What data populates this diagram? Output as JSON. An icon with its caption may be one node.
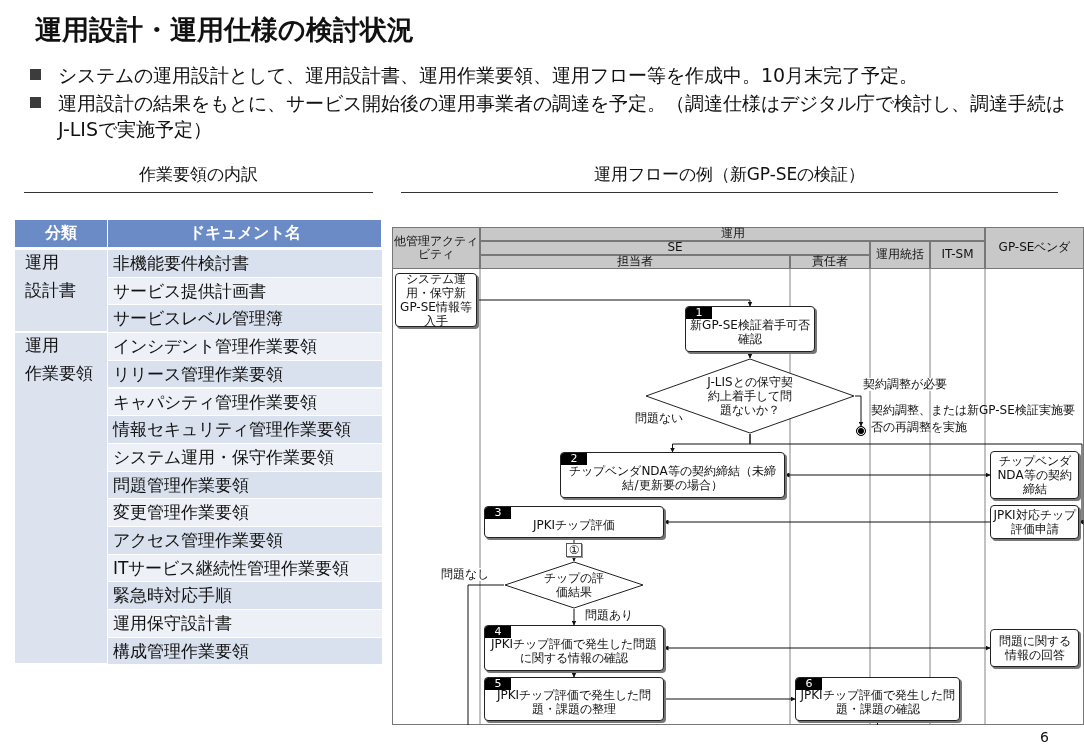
{
  "diagram": {
    "title": "運用設計・運用仕様の検討状況",
    "nodes": [
      {
        "text": [
          "システム運用・保守新GP-SE情報等入手"
        ]
      },
      {
        "text": [
          "1",
          "新GP-SE検証着手可否確認"
        ]
      },
      {
        "text": [
          "J-LISとの保守契約上着手して問題ないか？"
        ]
      },
      {
        "text": [],
        "shape": "circle",
        "beside": [
          "契約調整、または新GP-SE検証実施要否の再調整を実施"
        ]
      },
      {
        "text": [
          "2",
          "チップベンダNDA等の契約締結（未締結/更新要の場合）"
        ]
      },
      {
        "text": [
          "チップベンダNDA等の契約締結"
        ]
      },
      {
        "text": [
          "3",
          "JPKIチップ評価"
        ]
      },
      {
        "text": [
          "JPKI対応チップ評価申請"
        ]
      },
      {
        "text": [
          "①"
        ]
      },
      {
        "text": [
          "チップの評価結果"
        ]
      },
      {
        "text": [
          "4",
          "JPKIチップ評価で発生した問題に関する情報の確認"
        ]
      },
      {
        "text": [
          "問題に関する情報の回答"
        ]
      },
      {
        "text": [
          "5",
          "JPKIチップ評価で発生した問題・課題の整理"
        ]
      },
      {
        "text": [
          "6",
          "JPKIチップ評価で発生した問題・課題の確認"
        ]
      }
    ],
    "edges": [
      {
        "from": 0,
        "to": 1,
        "arrow": "to"
      },
      {
        "from": 1,
        "to": 2,
        "arrow": "to"
      },
      {
        "from": 2,
        "to": 3,
        "arrow": "to",
        "label": "契約調整が必要"
      },
      {
        "from": 2,
        "to": 4,
        "arrow": "to",
        "label": "問題ない"
      },
      {
        "from": 2,
        "to": 7,
        "arrow": "to"
      },
      {
        "from": 4,
        "to": 5,
        "arrow": "both"
      },
      {
        "from": 7,
        "to": 6,
        "arrow": "to"
      },
      {
        "from": 6,
        "to": 8,
        "arrow": "none"
      },
      {
        "from": 8,
        "to": 9,
        "arrow": "to"
      },
      {
        "from": 9,
        "to": 10,
        "arrow": "to",
        "label": "問題あり"
      },
      {
        "from": 9,
        "to": null,
        "arrow": "none",
        "label": "問題なし"
      },
      {
        "from": 10,
        "to": 11,
        "arrow": "both"
      },
      {
        "from": 10,
        "to": 12,
        "arrow": "to"
      },
      {
        "from": 12,
        "to": 13,
        "arrow": "to"
      },
      {
        "from": 13,
        "to": null,
        "arrow": "none"
      }
    ],
    "labels": [
      "システムの運用設計として、運用設計書、運用作業要領、運用フロー等を作成中。10月末完了予定。",
      "運用設計の結果をもとに、サービス開始後の運用事業者の調達を予定。（調達仕様はデジタル庁で検討し、調達手続はJ-LISで実施予定）",
      "作業要領の内訳",
      "運用フローの例（新GP-SEの検証）",
      "分類",
      "ドキュメント名",
      "運用",
      "非機能要件検討書",
      "設計書",
      "サービス提供計画書",
      "サービスレベル管理簿",
      "運用",
      "インシデント管理作業要領",
      "作業要領",
      "リリース管理作業要領",
      "キャパシティ管理作業要領",
      "情報セキュリティ管理作業要領",
      "システム運用・保守作業要領",
      "問題管理作業要領",
      "変更管理作業要領",
      "アクセス管理作業要領",
      "ITサービス継続性管理作業要領",
      "緊急時対応手順",
      "運用保守設計書",
      "構成管理作業要領",
      "他管理アクティビティ",
      "運用",
      "SE",
      "担当者",
      "責任者",
      "運用統括",
      "IT-SM",
      "GP-SEベンダ",
      "6"
    ]
  }
}
